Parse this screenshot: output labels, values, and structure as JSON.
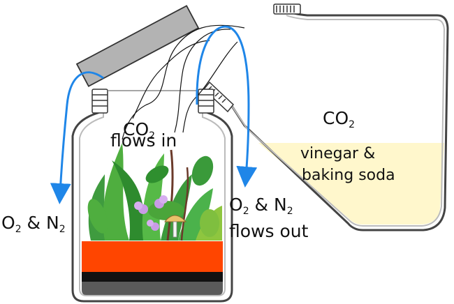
{
  "labels": {
    "co2_in_line1": "CO",
    "co2_in_sub": "2",
    "co2_in_line2": "flows in",
    "co2_bottle_main": "CO",
    "co2_bottle_sub": "2",
    "liquid_line1": "vinegar &",
    "liquid_line2": "baking soda",
    "left_o2": "O",
    "left_o2_sub": "2",
    "left_n2": " & N",
    "left_n2_sub": "2",
    "right_o2": "O",
    "right_o2_sub": "2",
    "right_n2": " & N",
    "right_n2_sub": "2",
    "right_line2": "flows out"
  },
  "colors": {
    "arrow": "#1f86e8",
    "soil_orange": "#ff4500",
    "soil_black": "#111111",
    "soil_gray": "#5a5a5a",
    "liquid": "#fff7cc",
    "lid": "#b3b3b3"
  }
}
